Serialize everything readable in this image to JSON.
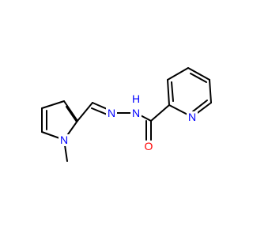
{
  "molecule": {
    "atoms": [
      {
        "id": "a1",
        "element": "N",
        "label": "N"
      },
      {
        "id": "a2",
        "element": "N",
        "label": "N"
      },
      {
        "id": "a3",
        "element": "N",
        "label": "N"
      },
      {
        "id": "a4",
        "element": "N",
        "label": "N"
      },
      {
        "id": "a5",
        "element": "O",
        "label": "O"
      },
      {
        "id": "a6",
        "element": "H",
        "label": "H"
      }
    ],
    "colors": {
      "bond": "#000000",
      "nitrogen": "#0000ff",
      "oxygen": "#ff0000",
      "hydrogen": "#0000ff",
      "background": "#ffffff"
    }
  }
}
